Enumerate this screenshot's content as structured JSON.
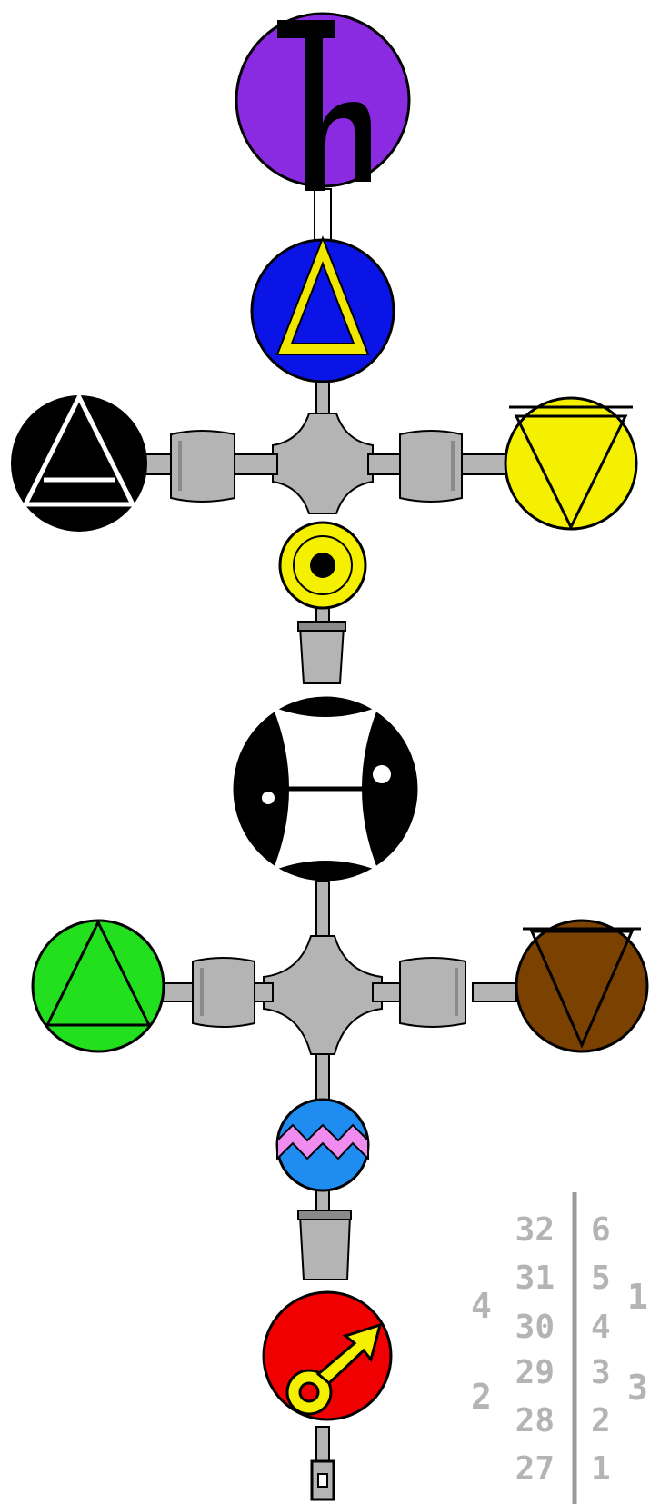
{
  "colors": {
    "saturn": "#8a2be2",
    "water_triangle": "#0a14e6",
    "water_triangle_inner": "#f0e600",
    "air_disk": "#000000",
    "fire_disk": "#f5f000",
    "sun_disk": "#f5f000",
    "moon_disk": "#000000",
    "earth_disk": "#22e01e",
    "brown_disk": "#7a4100",
    "aquarius_disk": "#1e8cf0",
    "aquarius_wave": "#f08cf0",
    "mars_disk": "#f00000",
    "mars_symbol": "#f5f000",
    "pipe": "#b4b4b4",
    "numbers": "#b4b4b4"
  },
  "icons": [
    "saturn-icon",
    "water-triangle-icon",
    "air-triangle-icon",
    "earth-down-triangle-icon",
    "sun-point-icon",
    "pisces-icon",
    "green-triangle-icon",
    "brown-down-triangle-icon",
    "aquarius-icon",
    "mars-icon"
  ],
  "table": {
    "left_outer": [
      "4",
      "2"
    ],
    "left_col": [
      "32",
      "31",
      "30",
      "29",
      "28",
      "27"
    ],
    "right_col": [
      "6",
      "5",
      "4",
      "3",
      "2",
      "1"
    ],
    "right_outer": [
      "1",
      "3"
    ]
  }
}
